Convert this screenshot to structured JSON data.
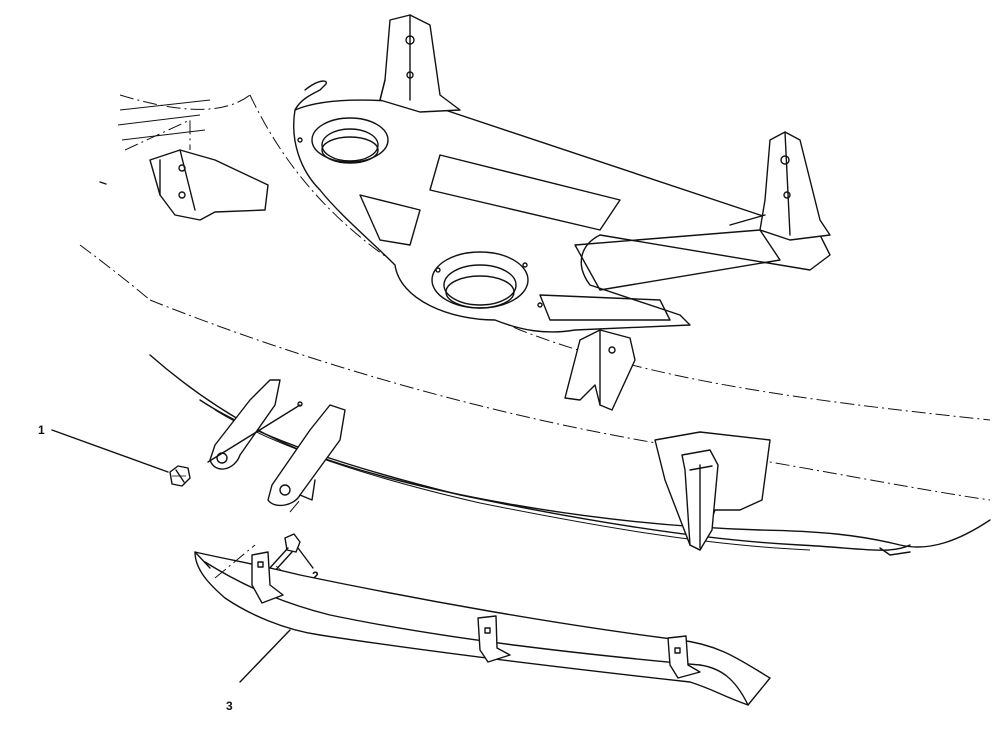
{
  "diagram": {
    "callouts": [
      {
        "id": "1",
        "label": "1",
        "part": "nut"
      },
      {
        "id": "2",
        "label": "2",
        "part": "bolt"
      },
      {
        "id": "3",
        "label": "3",
        "part": "skid"
      }
    ],
    "colors": {
      "ink": "#111111",
      "paper": "#ffffff"
    }
  }
}
